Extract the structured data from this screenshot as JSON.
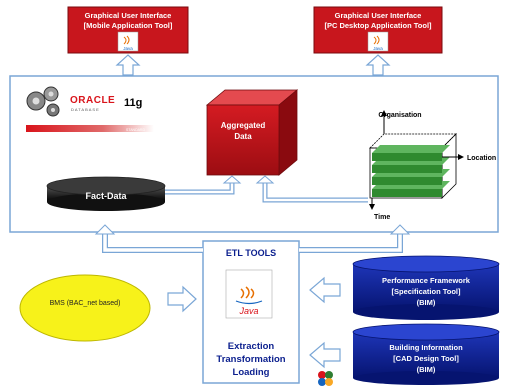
{
  "gui_mobile": {
    "title": "Graphical User Interface",
    "subtitle": "[Mobile Application Tool]",
    "badge": "Java"
  },
  "gui_desktop": {
    "title": "Graphical User Interface",
    "subtitle": "[PC Desktop Application Tool]",
    "badge": "Java"
  },
  "oracle": {
    "brand": "ORACLE",
    "product": "DATABASE",
    "version": "11g",
    "edition": "STANDARD"
  },
  "aggregated": {
    "line1": "Aggregated",
    "line2": "Data"
  },
  "fact_data": "Fact-Data",
  "olap": {
    "axis_organisation": "Organisation",
    "axis_location": "Location",
    "axis_time": "Time"
  },
  "etl": {
    "title": "ETL TOOLS",
    "java_label": "Java",
    "steps": [
      "Extraction",
      "Transformation",
      "Loading"
    ]
  },
  "bms": "BMS (BAC_net based)",
  "performance": {
    "line1": "Performance Framework",
    "line2": "[Specification Tool]",
    "line3": "(BIM)"
  },
  "building": {
    "line1": "Building Information",
    "line2": "[CAD Design Tool]",
    "line3": "(BIM)"
  },
  "colors": {
    "red": "#c8161d",
    "navy": "#0b1f8e",
    "yellow": "#f7f21a",
    "green": "#2f8a2f",
    "frame": "#7aa6d6"
  }
}
